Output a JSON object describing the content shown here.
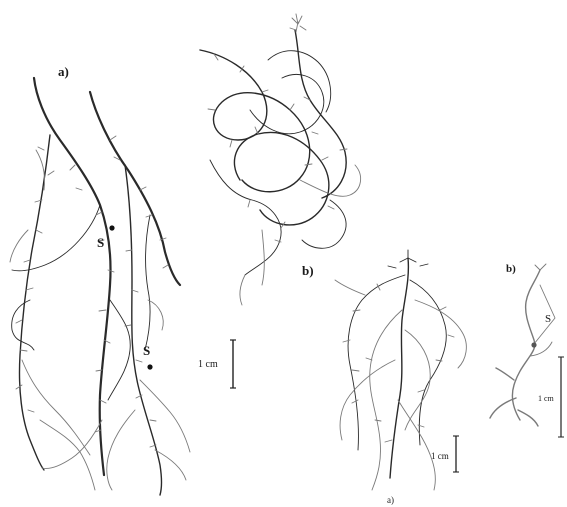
{
  "panels": {
    "left": {
      "label": "a)",
      "marker_top": "S",
      "marker_bottom": "S"
    },
    "top_middle": {
      "label": "b)"
    },
    "bottom_middle": {
      "label": "a)"
    },
    "right": {
      "label": "b)",
      "marker": "S"
    }
  },
  "scale_bars": {
    "left": "1 cm",
    "bottom_middle": "1 cm",
    "right": "1 cm"
  }
}
